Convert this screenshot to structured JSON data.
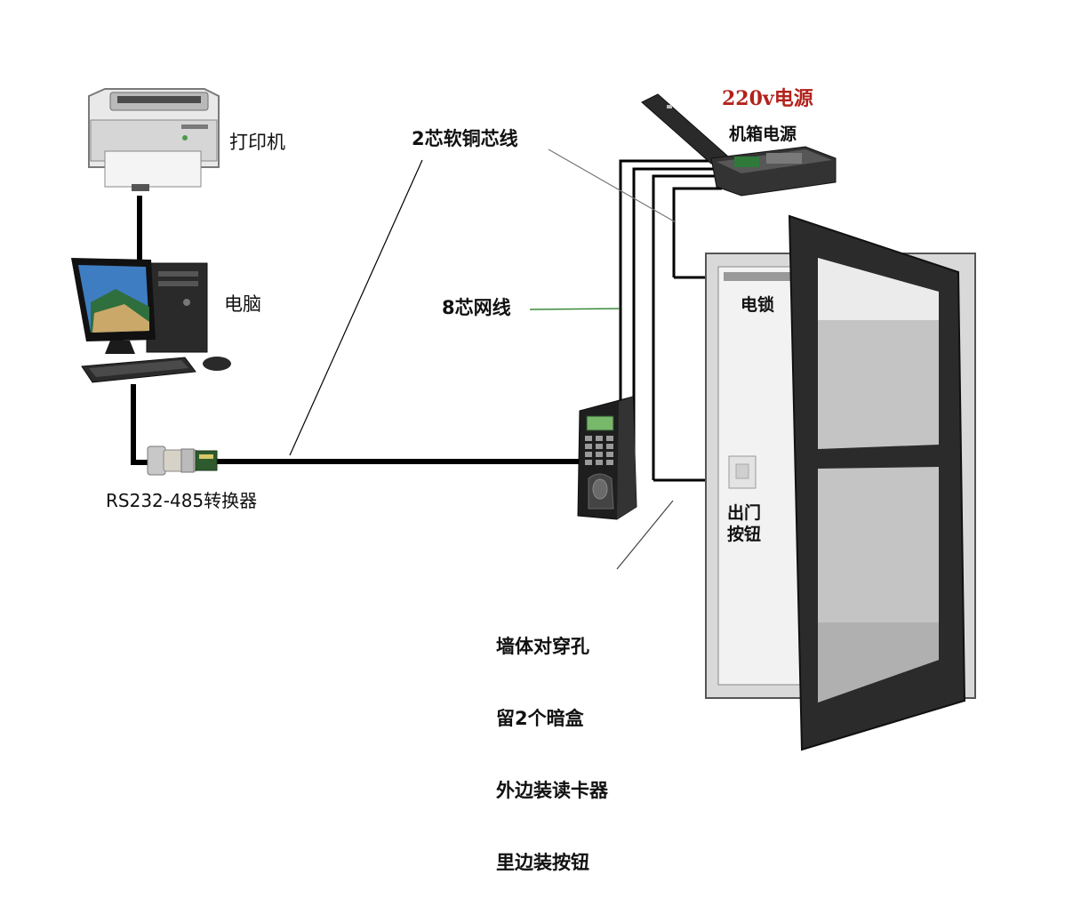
{
  "labels": {
    "printer": "打印机",
    "computer": "电脑",
    "converter": "RS232-485转换器",
    "cable_2core": "2芯软铜芯线",
    "cable_8core": "8芯网线",
    "power_220v": "220v电源",
    "power_box": "机箱电源",
    "electric_lock": "电锁",
    "exit_button_line1": "出门",
    "exit_button_line2": "按钮",
    "install_note": [
      "墙体对穿孔",
      "留2个暗盒",
      "外边装读卡器",
      "里边装按钮"
    ]
  },
  "colors": {
    "cable": "#000000",
    "power_label": "#b3221c",
    "net_leader": "#3a8a3a",
    "door_frame": "#2b2b2b",
    "glass": "#c4c4c4",
    "wall": "#d9d9d9"
  },
  "icons": [
    "printer-icon",
    "computer-icon",
    "converter-icon",
    "fingerprint-reader-icon",
    "power-box-icon",
    "exit-button-icon",
    "door-icon"
  ]
}
